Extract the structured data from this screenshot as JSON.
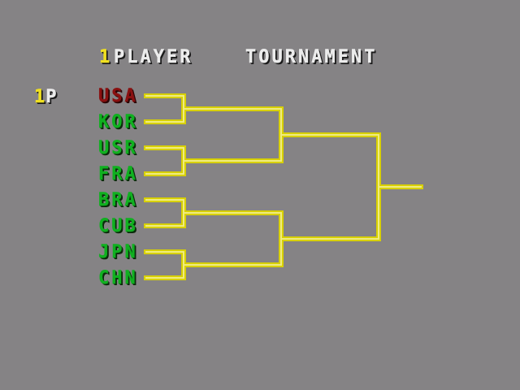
{
  "header": {
    "player_number": "1",
    "player_label": "PLAYER",
    "mode_label": "TOURNAMENT"
  },
  "player_marker": {
    "number": "1",
    "letter": "P"
  },
  "bracket": {
    "teams": [
      {
        "code": "USA",
        "selected": true
      },
      {
        "code": "KOR",
        "selected": false
      },
      {
        "code": "USR",
        "selected": false
      },
      {
        "code": "FRA",
        "selected": false
      },
      {
        "code": "BRA",
        "selected": false
      },
      {
        "code": "CUB",
        "selected": false
      },
      {
        "code": "JPN",
        "selected": false
      },
      {
        "code": "CHN",
        "selected": false
      }
    ]
  },
  "colors": {
    "background": "#858385",
    "bracket_line": "#d8d000",
    "team_text": "#10b020",
    "selected_team_text": "#8a1010",
    "title_text": "#ececec",
    "accent_yellow": "#f0e020"
  }
}
